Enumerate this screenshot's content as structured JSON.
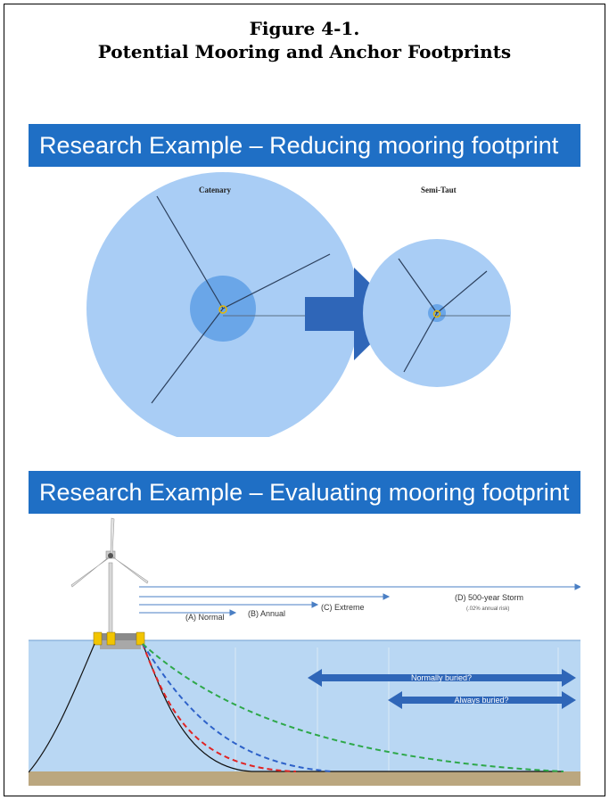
{
  "figure": {
    "number": "Figure 4-1.",
    "caption": "Potential Mooring and Anchor Footprints"
  },
  "panel_top": {
    "banner": "Research Example – Reducing mooring footprint",
    "label_left": "Catenary",
    "label_right": "Semi-Taut"
  },
  "panel_bottom": {
    "banner": "Research Example – Evaluating mooring footprint",
    "labels": {
      "a": "(A) Normal",
      "b": "(B) Annual",
      "c": "(C) Extreme",
      "d": "(D) 500-year Storm",
      "d_sub": "(.02% annual risk)"
    },
    "arrow_normally": "Normally buried?",
    "arrow_always": "Always buried?"
  },
  "colors": {
    "banner": "#1f6fc5",
    "footprint": "#a9cdf5",
    "footprint_inner": "#6aa6e8",
    "big_arrow": "#2f66b8",
    "water": "#b9d7f3",
    "seabed": "#bba77f",
    "line_green": "#2ea84a",
    "line_blue": "#2e62c9",
    "line_red": "#e02424"
  }
}
